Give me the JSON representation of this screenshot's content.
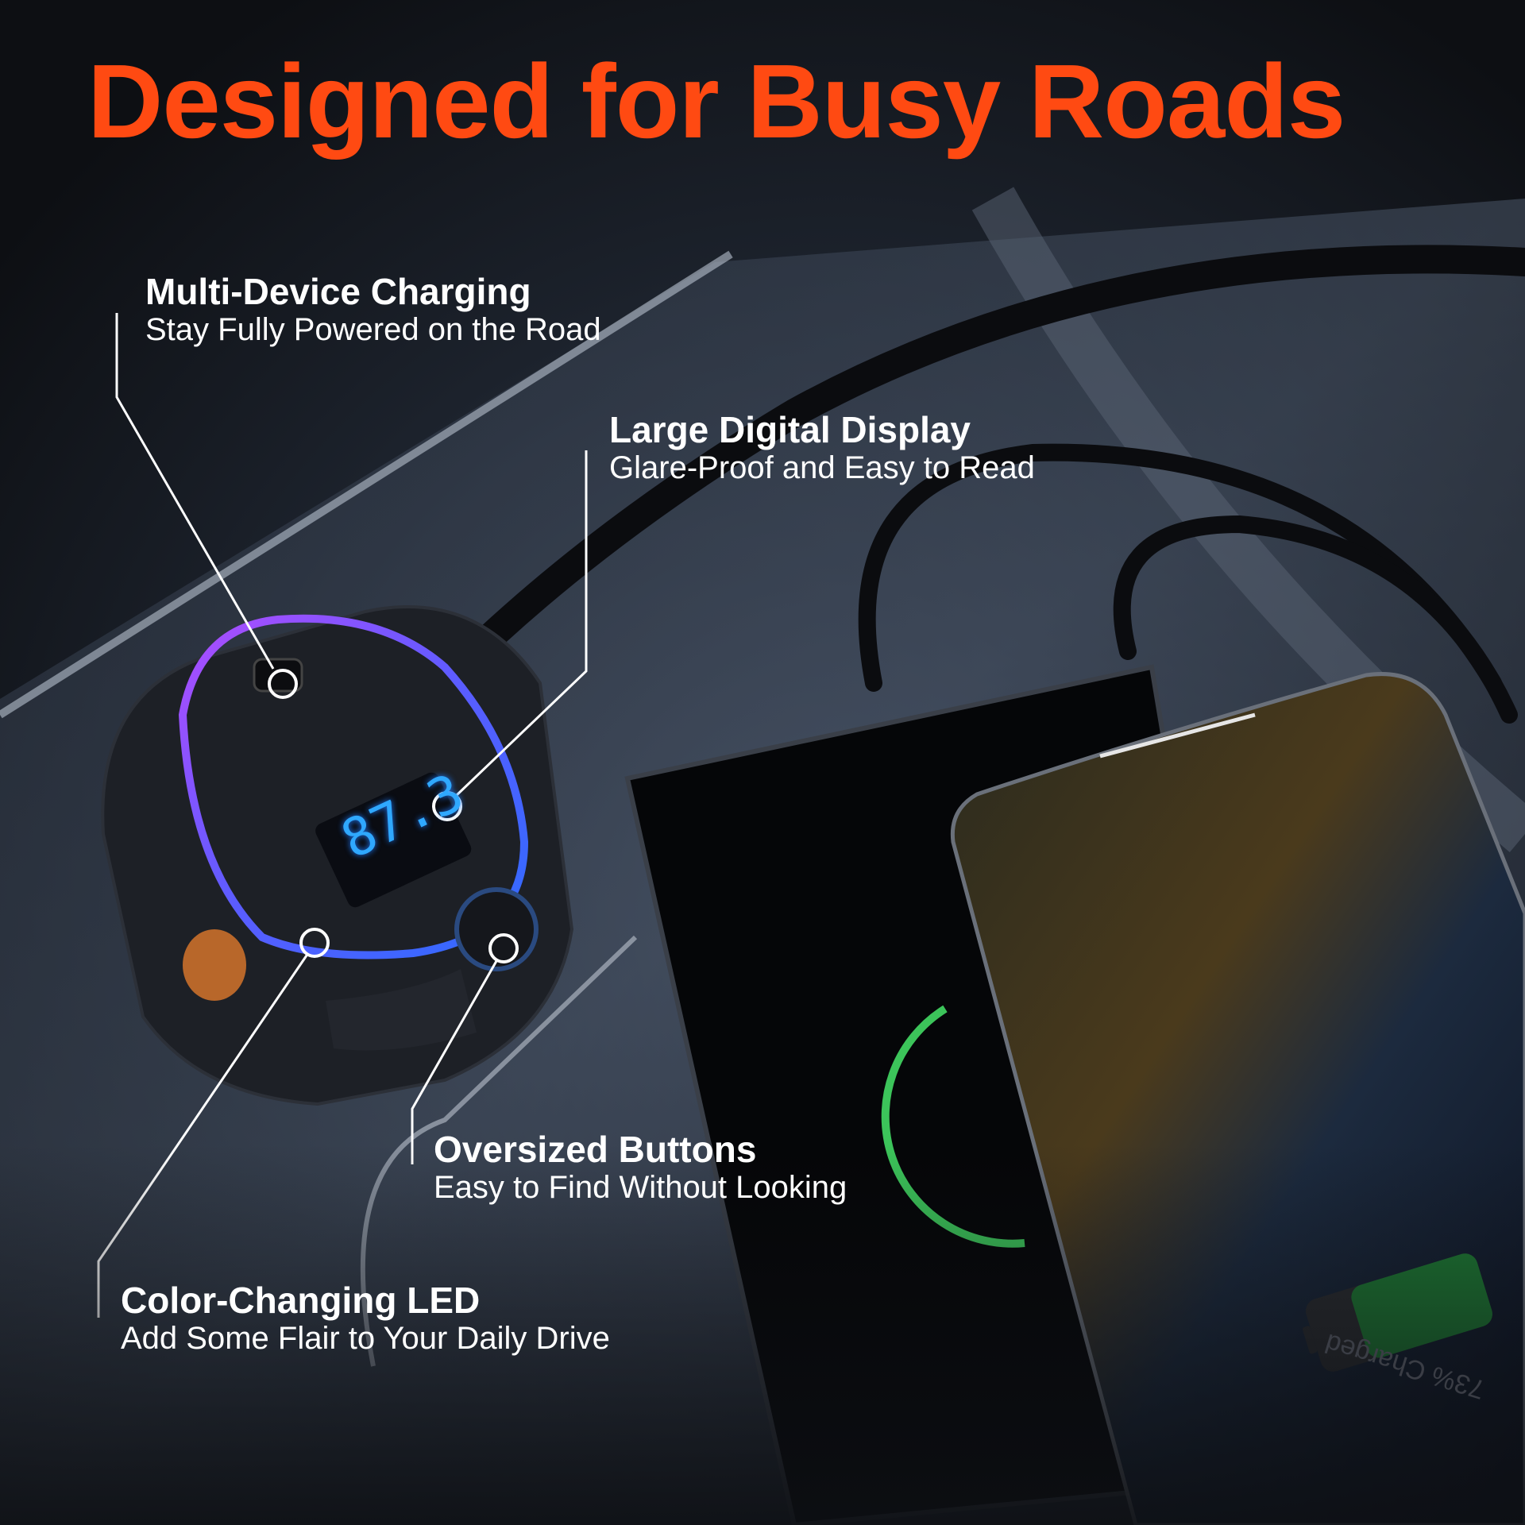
{
  "headline": "Designed for Busy Roads",
  "colors": {
    "headline": "#ff4a12",
    "callout_text": "#ffffff",
    "led_ring": "#5b5cff",
    "display_digits": "#2fa8ff",
    "charge_ring": "#3cc45a"
  },
  "callouts": [
    {
      "title": "Multi-Device Charging",
      "subtitle": "Stay Fully Powered on the Road"
    },
    {
      "title": "Large Digital Display",
      "subtitle": "Glare-Proof and Easy to Read"
    },
    {
      "title": "Oversized Buttons",
      "subtitle": "Easy to Find Without Looking"
    },
    {
      "title": "Color-Changing LED",
      "subtitle": "Add Some Flair to Your Daily Drive"
    }
  ],
  "device_display": "87.3",
  "phone_battery": {
    "label": "73% Charged",
    "level_percent": 73
  }
}
